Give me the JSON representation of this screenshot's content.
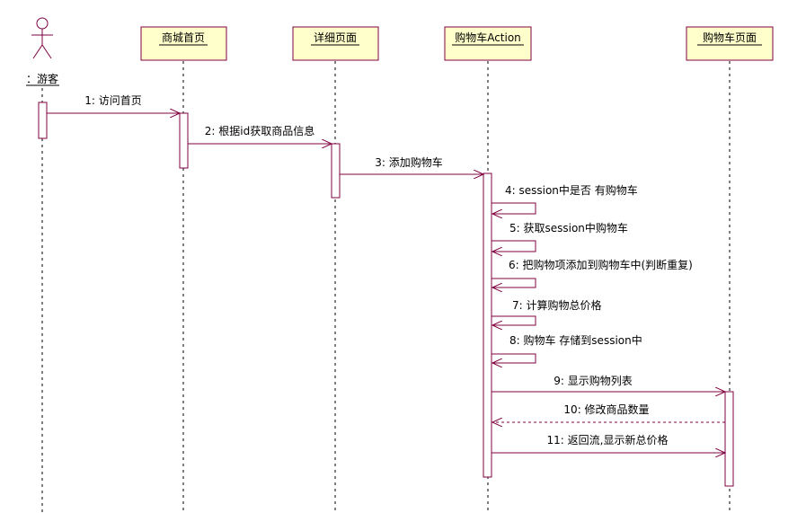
{
  "actor": {
    "label": "：游客"
  },
  "objects": [
    {
      "id": "home",
      "label": "商城首页"
    },
    {
      "id": "detail",
      "label": "详细页面"
    },
    {
      "id": "action",
      "label": "购物车Action"
    },
    {
      "id": "cartpage",
      "label": "购物车页面"
    }
  ],
  "messages": [
    {
      "label": "1: 访问首页"
    },
    {
      "label": "2: 根据id获取商品信息"
    },
    {
      "label": "3: 添加购物车"
    },
    {
      "label": "4: session中是否 有购物车"
    },
    {
      "label": "5: 获取session中购物车"
    },
    {
      "label": "6: 把购物项添加到购物车中(判断重复)"
    },
    {
      "label": "7: 计算购物总价格"
    },
    {
      "label": "8: 购物车 存储到session中"
    },
    {
      "label": "9: 显示购物列表"
    },
    {
      "label": "10: 修改商品数量"
    },
    {
      "label": "11: 返回流,显示新总价格"
    }
  ],
  "colors": {
    "line": "#800040",
    "box_fill": "#ffffcc",
    "text": "#000000"
  }
}
